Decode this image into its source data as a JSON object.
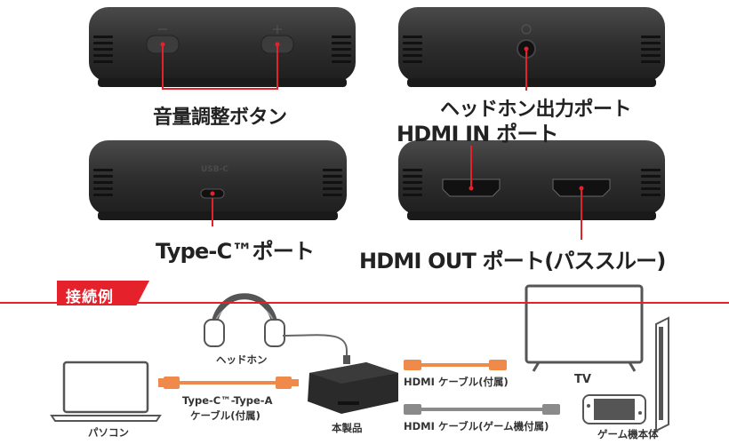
{
  "callouts": {
    "volume_buttons": "音量調整ボタン",
    "headphone_port": "ヘッドホン出力ポート",
    "hdmi_in": "HDMI IN ポート",
    "typec_port": "Type-C™ポート",
    "hdmi_out": "HDMI OUT ポート(パススルー)"
  },
  "device_marks": {
    "usb_c": "USB-C"
  },
  "section": {
    "title": "接続例"
  },
  "connection": {
    "headphones": "ヘッドホン",
    "pc": "パソコン",
    "cable_typec_line1": "Type-C™-Type-A",
    "cable_typec_line2": "ケーブル(付属)",
    "product": "本製品",
    "hdmi_cable_included": "HDMI ケーブル(付属)",
    "hdmi_cable_console": "HDMI ケーブル(ゲーム機付属)",
    "tv": "TV",
    "console": "ゲーム機本体"
  },
  "colors": {
    "accent_red": "#e5222b",
    "cable_orange": "#f08a4b",
    "cable_gray": "#8a8a8a",
    "device_dark": "#2b2b2b"
  }
}
